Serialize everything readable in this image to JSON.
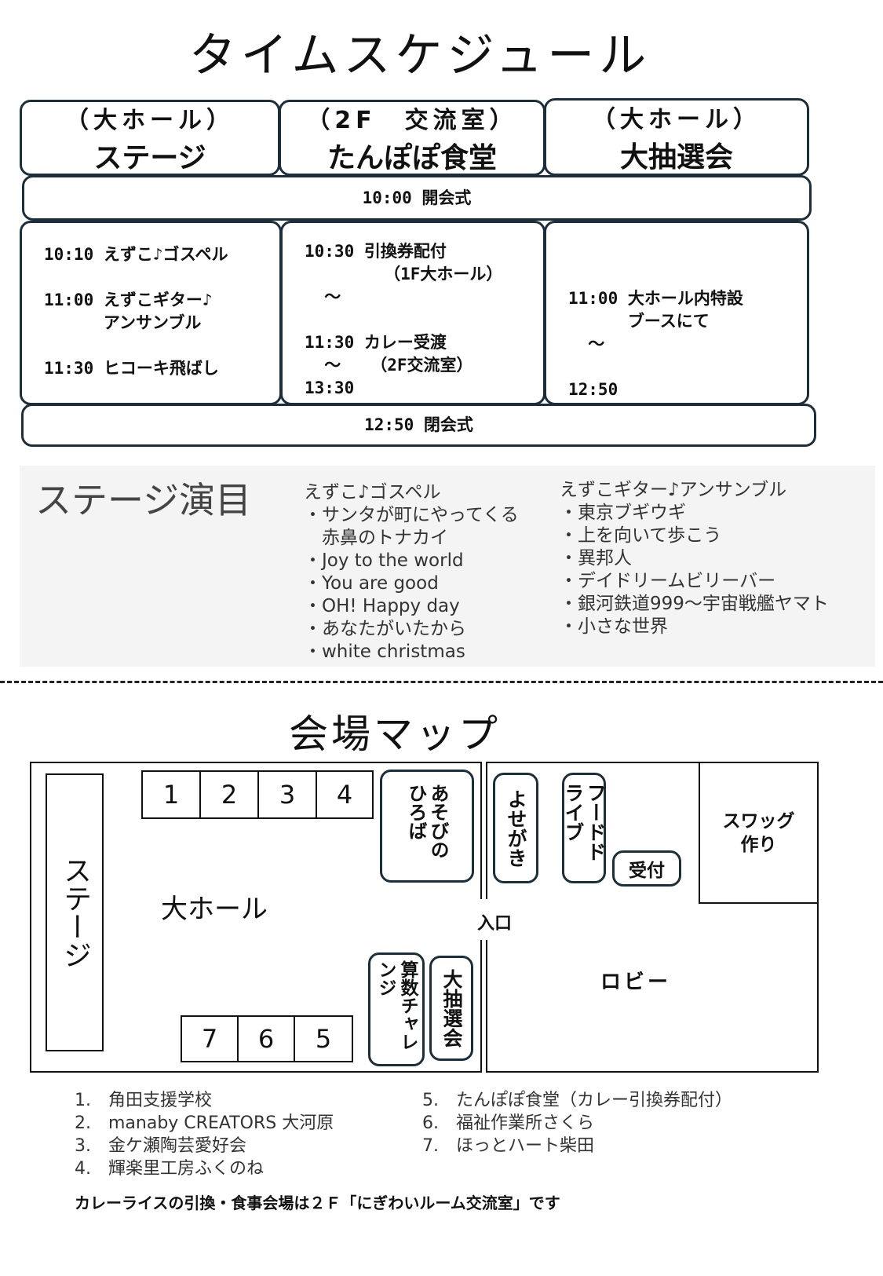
{
  "title": "タイムスケジュール",
  "schedule": {
    "columns": [
      {
        "place": "（大ホール）",
        "name": "ステージ"
      },
      {
        "place": "（2F　交流室）",
        "name": "たんぽぽ食堂"
      },
      {
        "place": "（大ホール）",
        "name": "大抽選会"
      }
    ],
    "opening": "10:00 開会式",
    "stage": [
      "10:10 えずこ♪ゴスペル",
      "",
      "11:00 えずこギター♪",
      "      アンサンブル",
      "",
      "11:30 ヒコーキ飛ばし"
    ],
    "cafeteria": [
      "10:30 引換券配付",
      "        （1F大ホール）",
      "  ～",
      "",
      "",
      "11:30 カレー受渡",
      "  ～   （2F交流室）",
      "13:30"
    ],
    "lottery": [
      "",
      "",
      "11:00 大ホール内特設",
      "      ブースにて",
      "  ～",
      "",
      "12:50"
    ],
    "closing": "12:50 閉会式"
  },
  "program": {
    "title": "ステージ演目",
    "groups": [
      {
        "name": "えずこ♪ゴスペル",
        "items": [
          "・サンタが町にやってくる",
          "　赤鼻のトナカイ",
          "・Joy to the world",
          "・You are good",
          "・OH! Happy day",
          "・あなたがいたから",
          "・white christmas"
        ]
      },
      {
        "name": "えずこギター♪アンサンブル",
        "items": [
          "・東京ブギウギ",
          "・上を向いて歩こう",
          "・異邦人",
          "・デイドリームビリーバー",
          "・銀河鉄道999～宇宙戦艦ヤマト",
          "・小さな世界"
        ]
      }
    ]
  },
  "map": {
    "title": "会場マップ",
    "stage": "ステージ",
    "hall": "大ホール",
    "booths_top": [
      "1",
      "2",
      "3",
      "4"
    ],
    "booths_bottom": [
      "7",
      "6",
      "5"
    ],
    "asobi": "あそびのひろば",
    "math": "算数チャレンジ",
    "lottery": "大抽選会",
    "entrance": "入口",
    "yosegaki": "よせがき",
    "fooddrive": "フードドライブ",
    "reception": "受付",
    "swag": "スワッグ作り",
    "lobby": "ロビー"
  },
  "legend_left": [
    "1.　角田支援学校",
    "2.　manaby CREATORS 大河原",
    "3.　金ケ瀬陶芸愛好会",
    "4.　輝楽里工房ふくのね"
  ],
  "legend_right": [
    "5.　たんぽぽ食堂（カレー引換券配付）",
    "6.　福祉作業所さくら",
    "7.　ほっとハート柴田"
  ],
  "note": "カレーライスの引換・食事会場は２Ｆ「にぎわいルーム交流室」です"
}
